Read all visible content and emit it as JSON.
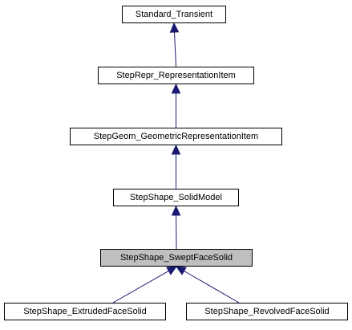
{
  "diagram": {
    "nodes": [
      {
        "id": "standard-transient",
        "label": "Standard_Transient",
        "current": false
      },
      {
        "id": "stepreprrepresentationitem",
        "label": "StepRepr_RepresentationItem",
        "current": false
      },
      {
        "id": "stepgeomgeometricrepresentationitem",
        "label": "StepGeom_GeometricRepresentationItem",
        "current": false
      },
      {
        "id": "stepshapesolidmodel",
        "label": "StepShape_SolidModel",
        "current": false
      },
      {
        "id": "stepshapesweptfacesolid",
        "label": "StepShape_SweptFaceSolid",
        "current": true
      },
      {
        "id": "stepshapeextrudedfacesolid",
        "label": "StepShape_ExtrudedFaceSolid",
        "current": false
      },
      {
        "id": "stepshaperevolvedfacesolid",
        "label": "StepShape_RevolvedFaceSolid",
        "current": false
      }
    ],
    "edges": [
      {
        "from": "stepreprrepresentationitem",
        "to": "standard-transient"
      },
      {
        "from": "stepgeomgeometricrepresentationitem",
        "to": "stepreprrepresentationitem"
      },
      {
        "from": "stepshapesolidmodel",
        "to": "stepgeomgeometricrepresentationitem"
      },
      {
        "from": "stepshapesweptfacesolid",
        "to": "stepshapesolidmodel"
      },
      {
        "from": "stepshapeextrudedfacesolid",
        "to": "stepshapesweptfacesolid"
      },
      {
        "from": "stepshaperevolvedfacesolid",
        "to": "stepshapesweptfacesolid"
      }
    ],
    "colors": {
      "edge": "#191970",
      "node_border": "#000000",
      "node_fill": "#ffffff",
      "current_fill": "#bfbfbf"
    }
  }
}
